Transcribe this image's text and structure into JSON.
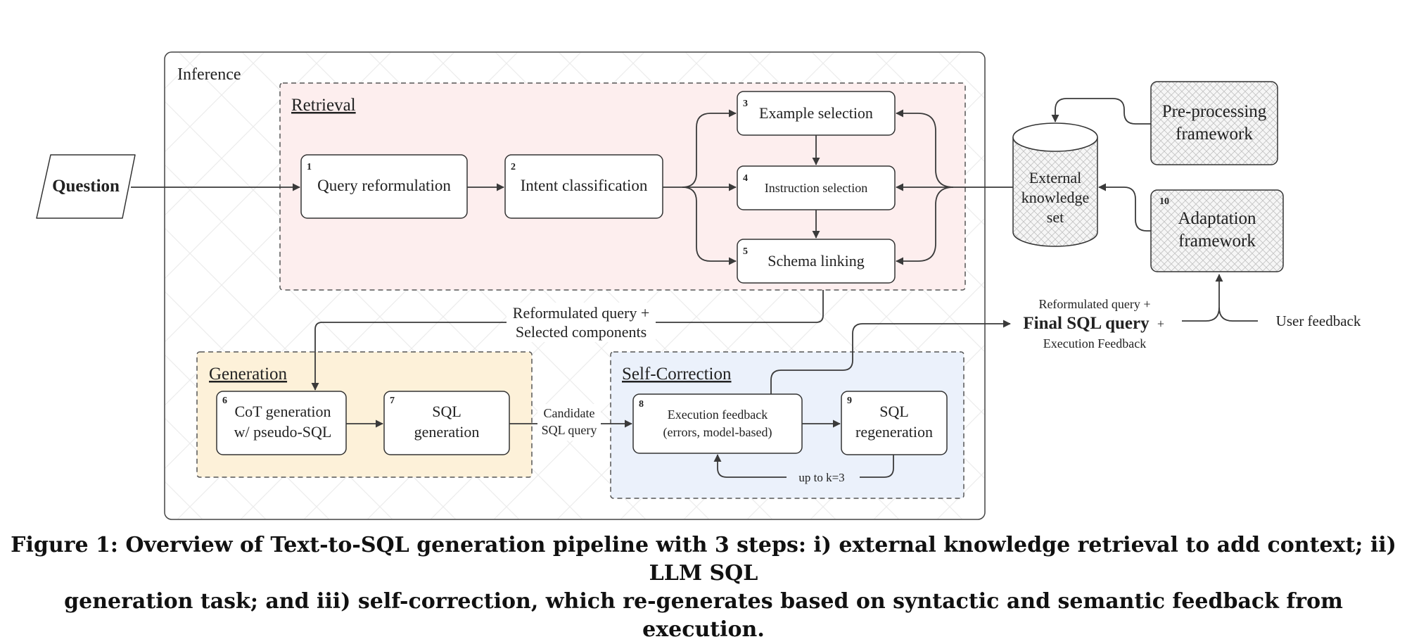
{
  "inference_label": "Inference",
  "question": "Question",
  "retrieval": {
    "title": "Retrieval",
    "nodes": [
      {
        "num": "1",
        "label": "Query reformulation"
      },
      {
        "num": "2",
        "label": "Intent classification"
      },
      {
        "num": "3",
        "label": "Example selection"
      },
      {
        "num": "4",
        "label": "Instruction selection"
      },
      {
        "num": "5",
        "label": "Schema linking"
      }
    ]
  },
  "external_knowledge": [
    "External",
    "knowledge",
    "set"
  ],
  "preprocessing": [
    "Pre-processing",
    "framework"
  ],
  "adaptation": {
    "num": "10",
    "lines": [
      "Adaptation",
      "framework"
    ]
  },
  "reformulated_components": [
    "Reformulated query +",
    "Selected components"
  ],
  "generation": {
    "title": "Generation",
    "nodes": [
      {
        "num": "6",
        "lines": [
          "CoT generation",
          "w/ pseudo-SQL"
        ]
      },
      {
        "num": "7",
        "lines": [
          "SQL",
          "generation"
        ]
      }
    ]
  },
  "candidate_sql": [
    "Candidate",
    "SQL query"
  ],
  "self_correction": {
    "title": "Self-Correction",
    "nodes": [
      {
        "num": "8",
        "lines": [
          "Execution feedback",
          "(errors, model-based)"
        ]
      },
      {
        "num": "9",
        "lines": [
          "SQL",
          "regeneration"
        ]
      }
    ],
    "loop_label": "up to k=3"
  },
  "final_output": {
    "top": "Reformulated query +",
    "main": "Final SQL query",
    "plus": "+",
    "bottom": "Execution Feedback"
  },
  "user_feedback": "User feedback",
  "caption": {
    "line1": "Figure 1: Overview of Text-to-SQL generation pipeline with 3 steps: i) external knowledge retrieval to add context; ii) LLM SQL",
    "line2": "generation task; and iii) self-correction, which re-generates based on syntactic and semantic feedback from execution."
  },
  "colors": {
    "retrieval_fill": "#fdeeee",
    "generation_fill": "#fdf1d9",
    "self_correction_fill": "#ebf1fb",
    "stroke": "#3a3a3a"
  }
}
